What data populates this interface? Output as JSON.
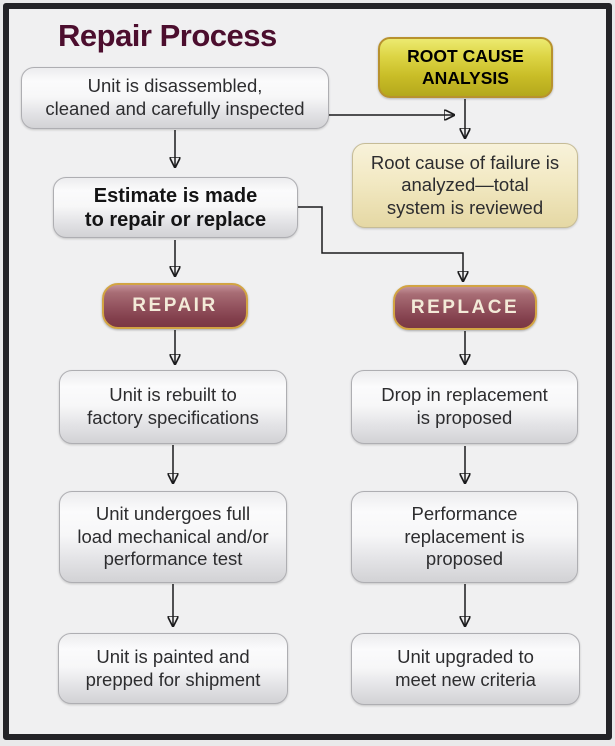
{
  "title": "Repair Process",
  "colors": {
    "title_maroon": "#4c0e2e",
    "frame_border": "#232327",
    "background": "#f0f0f1",
    "node_gray_top": "#fbfbfc",
    "node_gray_bottom": "#d2d2d5",
    "rca_yellow_top": "#ecea70",
    "rca_yellow_bottom": "#b4a81c",
    "rca_border_gold": "#b8922e",
    "cream_top": "#f8f2da",
    "cream_bottom": "#e5d8a4",
    "pill_maroon_top": "#a86d75",
    "pill_maroon_bottom": "#7b3844",
    "pill_border_gold": "#d2a443",
    "pill_text": "#f3ead8",
    "arrow": "#1b1b1d"
  },
  "nodes": {
    "disassembled": {
      "label": "Unit is disassembled,\ncleaned and carefully inspected"
    },
    "root_cause_header": {
      "label": "ROOT CAUSE\nANALYSIS"
    },
    "root_cause_body": {
      "label": "Root cause of failure is\nanalyzed—total\nsystem is reviewed"
    },
    "estimate": {
      "label": "Estimate is made\nto repair or replace"
    },
    "repair": {
      "label": "REPAIR"
    },
    "replace": {
      "label": "REPLACE"
    },
    "rebuilt": {
      "label": "Unit is rebuilt to\nfactory specifications"
    },
    "full_load_test": {
      "label": "Unit undergoes full\nload mechanical and/or\nperformance test"
    },
    "painted": {
      "label": "Unit is painted and\nprepped for shipment"
    },
    "drop_in": {
      "label": "Drop in replacement\nis proposed"
    },
    "performance": {
      "label": "Performance\nreplacement is\nproposed"
    },
    "upgraded": {
      "label": "Unit upgraded to\nmeet new criteria"
    }
  }
}
